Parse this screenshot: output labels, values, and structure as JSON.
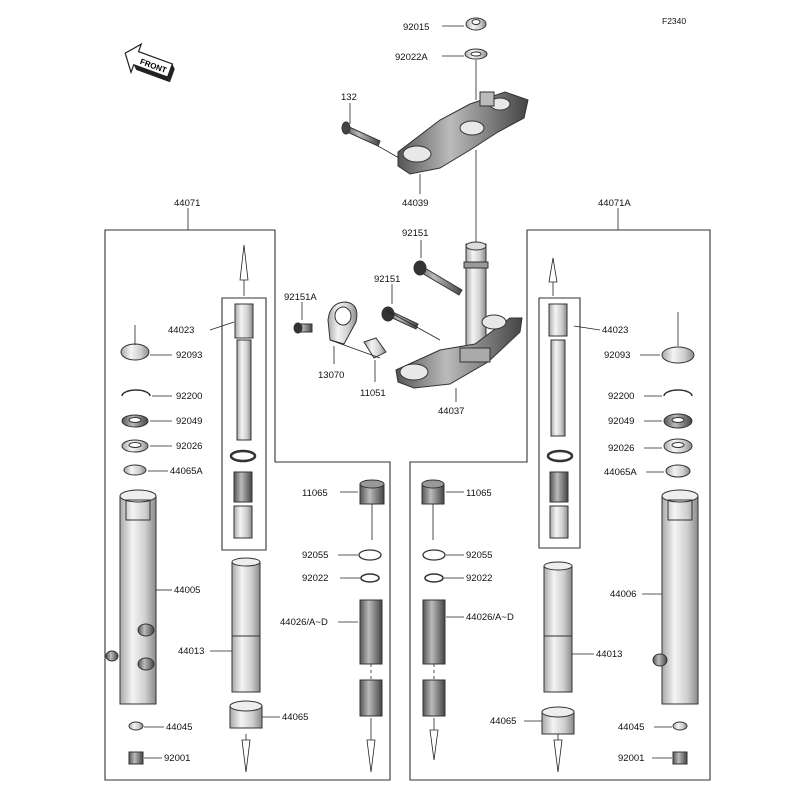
{
  "figure_id": "F2340",
  "front_label": "FRONT",
  "labels": {
    "p92015": "92015",
    "p92022A": "92022A",
    "p132": "132",
    "p44039": "44039",
    "p92151_top": "92151",
    "p92151_mid": "92151",
    "p92151A": "92151A",
    "p13070": "13070",
    "p11051": "11051",
    "p44037": "44037",
    "p44071": "44071",
    "p44071A": "44071A",
    "left": {
      "p44023": "44023",
      "p92093": "92093",
      "p92200": "92200",
      "p92049": "92049",
      "p92026": "92026",
      "p44065A": "44065A",
      "p44005": "44005",
      "p44013": "44013",
      "p44045": "44045",
      "p92001": "92001",
      "p11065": "11065",
      "p92055": "92055",
      "p92022": "92022",
      "p44026": "44026/A~D",
      "p44065": "44065"
    },
    "right": {
      "p44023": "44023",
      "p92093": "92093",
      "p92200": "92200",
      "p92049": "92049",
      "p92026": "92026",
      "p44065A": "44065A",
      "p44006": "44006",
      "p44013": "44013",
      "p44045": "44045",
      "p92001": "92001",
      "p11065": "11065",
      "p92055": "92055",
      "p92022": "92022",
      "p44026": "44026/A~D",
      "p44065": "44065"
    }
  }
}
